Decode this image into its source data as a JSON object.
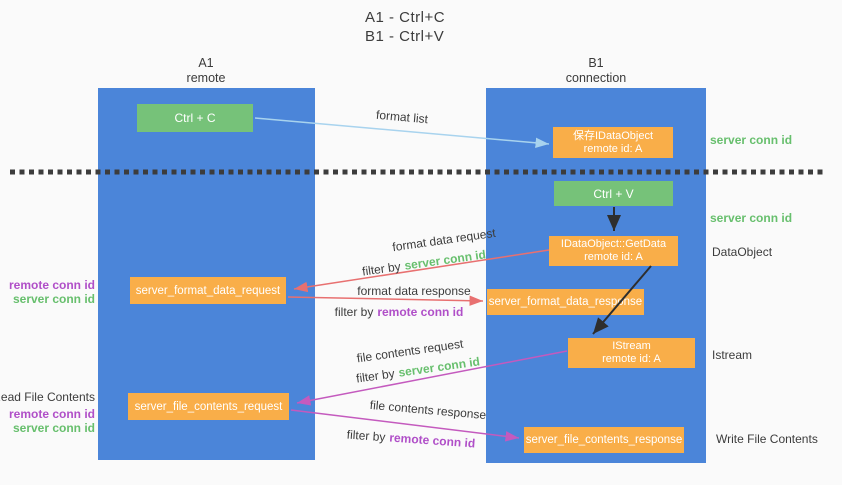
{
  "title": {
    "line1": "A1 - Ctrl+C",
    "line2": "B1 - Ctrl+V"
  },
  "columns": {
    "a1": {
      "name": "A1",
      "subtitle": "remote"
    },
    "b1": {
      "name": "B1",
      "subtitle": "connection"
    }
  },
  "boxes": {
    "ctrl_c": {
      "label": "Ctrl + C"
    },
    "ctrl_v": {
      "label": "Ctrl + V"
    },
    "save_idataobject": {
      "line1": "保存IDataObject",
      "line2": "remote id: A"
    },
    "getdata": {
      "line1": "IDataObject::GetData",
      "line2": "remote id: A"
    },
    "istream": {
      "line1": "IStream",
      "line2": "remote id: A"
    },
    "server_format_data_request": {
      "label": "server_format_data_request"
    },
    "server_format_data_response": {
      "label": "server_format_data_response"
    },
    "server_file_contents_request": {
      "label": "server_file_contents_request"
    },
    "server_file_contents_response": {
      "label": "server_file_contents_response"
    }
  },
  "flow_labels": {
    "format_list": "format list",
    "format_data_request": "format data request",
    "format_data_response": "format data response",
    "file_contents_request": "file contents request",
    "file_contents_response": "file contents response",
    "filter_by": "filter by",
    "server_conn_id": "server conn id",
    "remote_conn_id": "remote conn id"
  },
  "side_labels": {
    "right": {
      "server_conn_id_top": "server conn id",
      "server_conn_id_mid": "server conn id",
      "dataobject": "DataObject",
      "istream": "Istream",
      "write_file_contents": "Write File Contents"
    },
    "left": {
      "remote_conn_id_top": "remote conn id",
      "server_conn_id_top": "server conn id",
      "read_file_contents": "Read File Contents",
      "remote_conn_id_bottom": "remote conn id",
      "server_conn_id_bottom": "server conn id"
    }
  },
  "colors": {
    "background": "#fafafa",
    "column_blue": "#4b85d9",
    "box_green": "#76c279",
    "box_orange": "#f9ae49",
    "green_text": "#67bf6d",
    "purple_text": "#b04fc8",
    "arrow_lightblue": "#a8d3ee",
    "arrow_red": "#e87070",
    "arrow_magenta": "#c45abe",
    "arrow_black": "#2e2e2e",
    "dashed_line": "#3c3c3c"
  }
}
